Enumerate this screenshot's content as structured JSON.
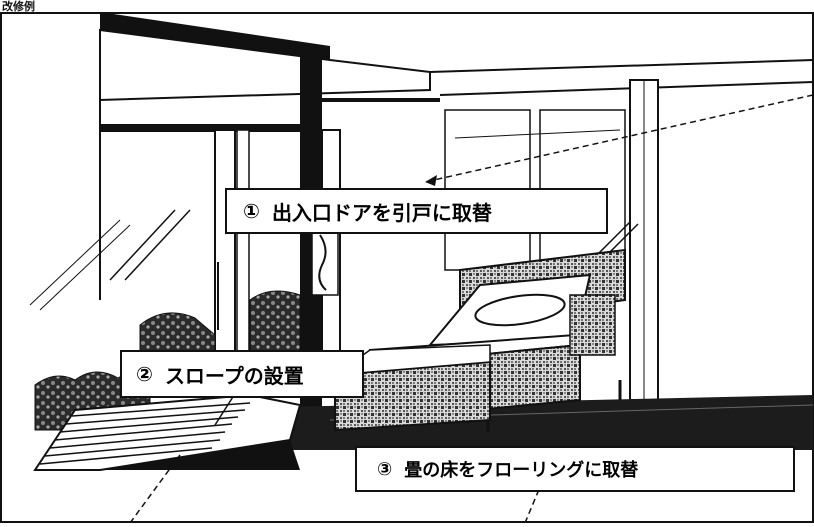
{
  "corner_label": "改修例",
  "callouts": [
    {
      "number": "①",
      "text": "出入口ドアを引戸に取替"
    },
    {
      "number": "②",
      "text": "スロープの設置"
    },
    {
      "number": "③",
      "text": "畳の床をフローリングに取替"
    }
  ],
  "colors": {
    "line": "#111111",
    "dark_fill": "#222222",
    "dot_fill": "#555555",
    "background": "#ffffff"
  }
}
